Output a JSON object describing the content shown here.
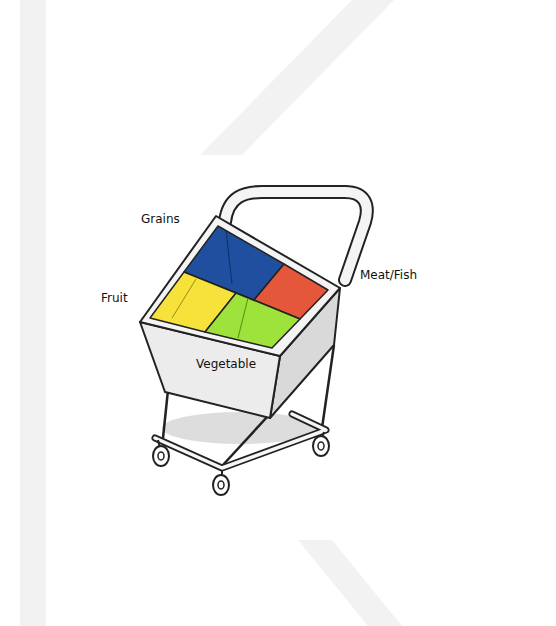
{
  "diagram": {
    "labels": [
      "Grains",
      "Fruit",
      "Meat/Fish",
      "Vegetable"
    ]
  }
}
